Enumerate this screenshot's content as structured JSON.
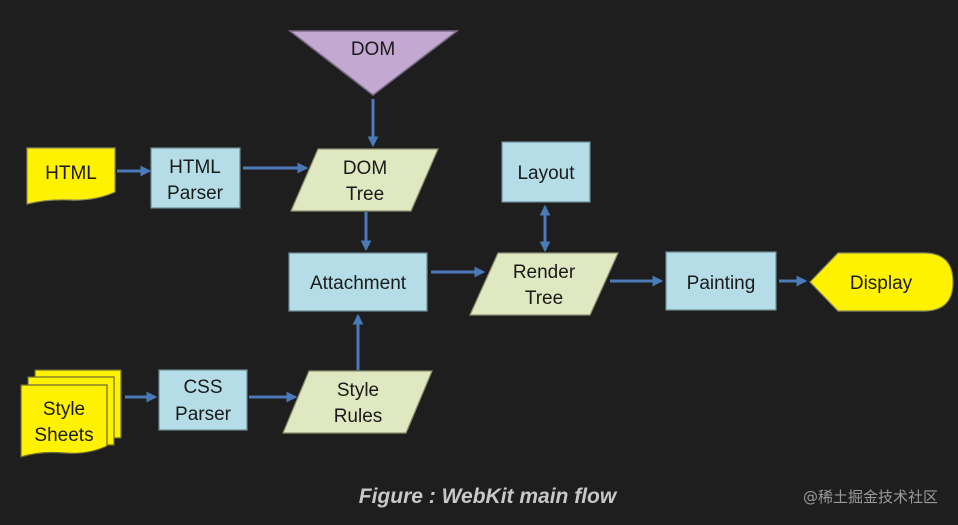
{
  "colors": {
    "background": "#1e1e1e",
    "process_fill": "#b4dde8",
    "data_fill": "#dfe8c0",
    "io_fill": "#fff200",
    "dom_fill": "#c3a8d2",
    "arrow": "#4a7ab8"
  },
  "nodes": {
    "dom": "DOM",
    "html": "HTML",
    "html_parser": [
      "HTML",
      "Parser"
    ],
    "dom_tree": [
      "DOM",
      "Tree"
    ],
    "layout": "Layout",
    "attachment": "Attachment",
    "render_tree": [
      "Render",
      "Tree"
    ],
    "painting": "Painting",
    "display": "Display",
    "style_sheets": [
      "Style",
      "Sheets"
    ],
    "css_parser": [
      "CSS",
      "Parser"
    ],
    "style_rules": [
      "Style",
      "Rules"
    ]
  },
  "caption": "Figure : WebKit main flow",
  "watermark": "@稀土掘金技术社区"
}
